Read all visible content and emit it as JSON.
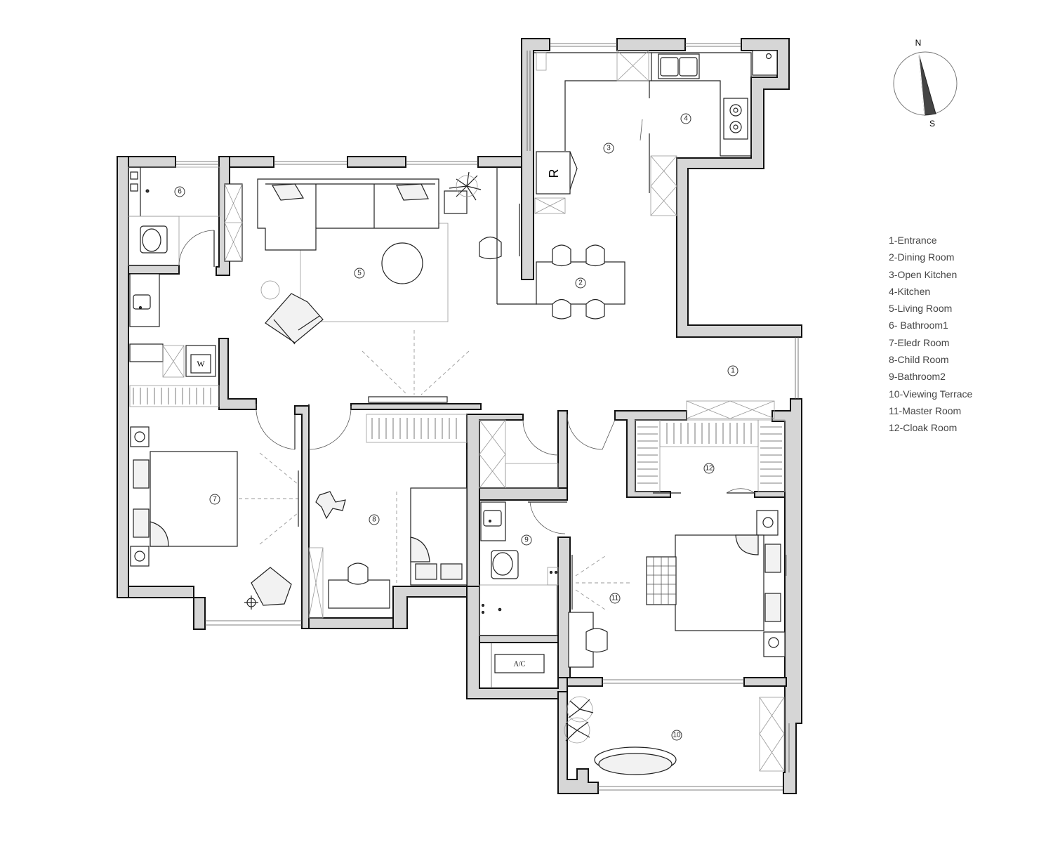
{
  "compass": {
    "north": "N",
    "south": "S"
  },
  "legend": [
    "1-Entrance",
    "2-Dining Room",
    "3-Open Kitchen",
    "4-Kitchen",
    "5-Living Room",
    "6- Bathroom1",
    "7-Eledr Room",
    "8-Child Room",
    "9-Bathroom2",
    "10-Viewing Terrace",
    "11-Master Room",
    "12-Cloak Room"
  ],
  "rooms": {
    "r1": "1",
    "r2": "2",
    "r3": "3",
    "r4": "4",
    "r5": "5",
    "r6": "6",
    "r7": "7",
    "r8": "8",
    "r9": "9",
    "r10": "10",
    "r11": "11",
    "r12": "12"
  },
  "labels": {
    "fridge": "R",
    "washer": "W",
    "ac": "A/C"
  },
  "colors": {
    "wall_fill": "#d6d6d6",
    "line": "#222222"
  }
}
